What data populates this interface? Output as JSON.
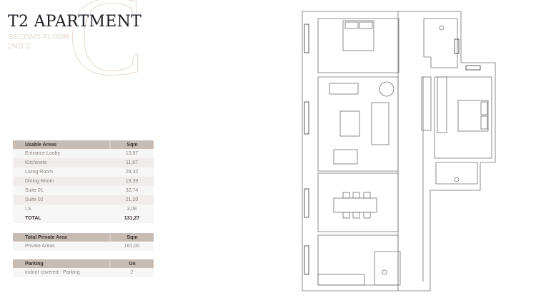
{
  "header": {
    "title": "T2 APARTMENT",
    "floor": "SECOND FLOOR",
    "unit": "2ND C",
    "watermark_letter": "C"
  },
  "usable": {
    "headers": [
      "Usable Areas",
      "Sqm"
    ],
    "rows": [
      [
        "Entrance Looby",
        "13,87"
      ],
      [
        "Kitchinete",
        "11,67"
      ],
      [
        "Living Room",
        "29,32"
      ],
      [
        "Dining Room",
        "19,39"
      ],
      [
        "Suite 01",
        "32,74"
      ],
      [
        "Suite 02",
        "21,20"
      ],
      [
        "I.S.",
        "3,08"
      ]
    ],
    "total": [
      "TOTAL",
      "131,27"
    ]
  },
  "private": {
    "headers": [
      "Total Private Area",
      "Sqm"
    ],
    "rows": [
      [
        "Private Areas",
        "161,00"
      ]
    ]
  },
  "parking": {
    "headers": [
      "Parking",
      "Un"
    ],
    "rows": [
      [
        "Indoor covered - Parking",
        "2"
      ]
    ]
  }
}
